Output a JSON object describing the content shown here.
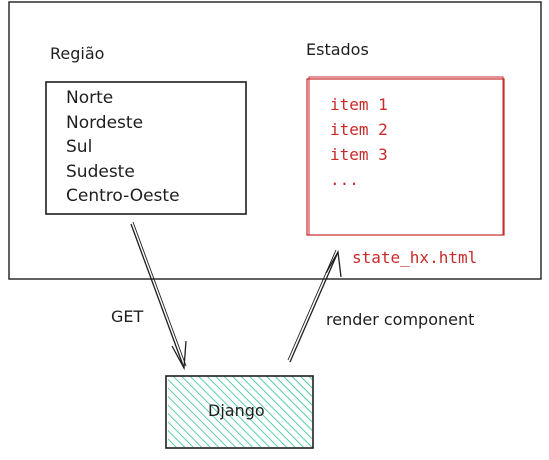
{
  "region_panel": {
    "title": "Região",
    "items": [
      "Norte",
      "Nordeste",
      "Sul",
      "Sudeste",
      "Centro-Oeste"
    ]
  },
  "states_panel": {
    "title": "Estados",
    "items": [
      "item 1",
      "item 2",
      "item 3",
      "..."
    ],
    "template_label": "state_hx.html"
  },
  "arrows": {
    "get_label": "GET",
    "render_label": "render component"
  },
  "backend": {
    "label": "Django"
  },
  "colors": {
    "stroke": "#1e1e1e",
    "accent_red": "#c92a2a",
    "django_green": "#12b886"
  }
}
